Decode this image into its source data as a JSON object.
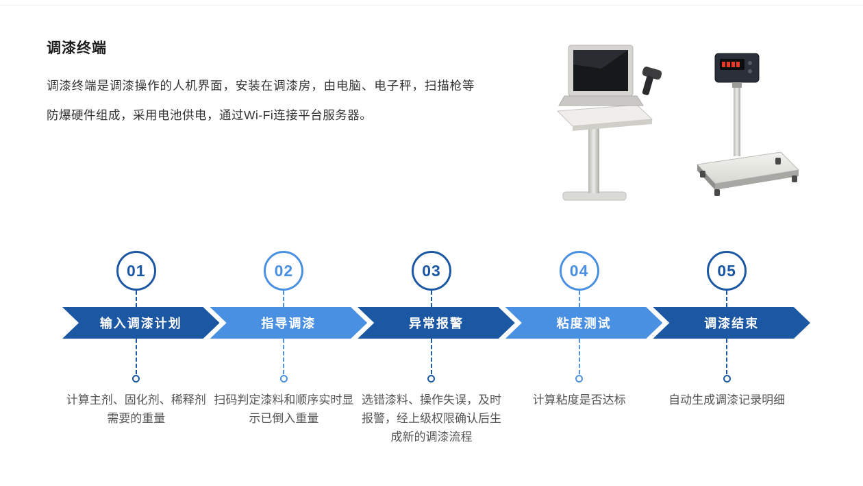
{
  "header": {
    "title": "调漆终端",
    "description": "调漆终端是调漆操作的人机界面，安装在调漆房，由电脑、电子秤，扫描枪等防爆硬件组成，采用电池供电，通过Wi-Fi连接平台服务器。"
  },
  "illustration": {
    "name": "paint-mixing-terminal-and-electronic-scale"
  },
  "colors": {
    "dark_blue": "#1b57a3",
    "light_blue": "#4a90e2",
    "body_text": "#333333",
    "desc_text": "#555555"
  },
  "steps": [
    {
      "number": "01",
      "tone": "dark",
      "label": "输入调漆计划",
      "description": "计算主剂、固化剂、稀释剂需要的重量"
    },
    {
      "number": "02",
      "tone": "light",
      "label": "指导调漆",
      "description": "扫码判定漆料和顺序实时显示已倒入重量"
    },
    {
      "number": "03",
      "tone": "dark",
      "label": "异常报警",
      "description": "选错漆料、操作失误，及时报警，经上级权限确认后生成新的调漆流程"
    },
    {
      "number": "04",
      "tone": "light",
      "label": "粘度测试",
      "description": "计算粘度是否达标"
    },
    {
      "number": "05",
      "tone": "dark",
      "label": "调漆结束",
      "description": "自动生成调漆记录明细"
    }
  ]
}
